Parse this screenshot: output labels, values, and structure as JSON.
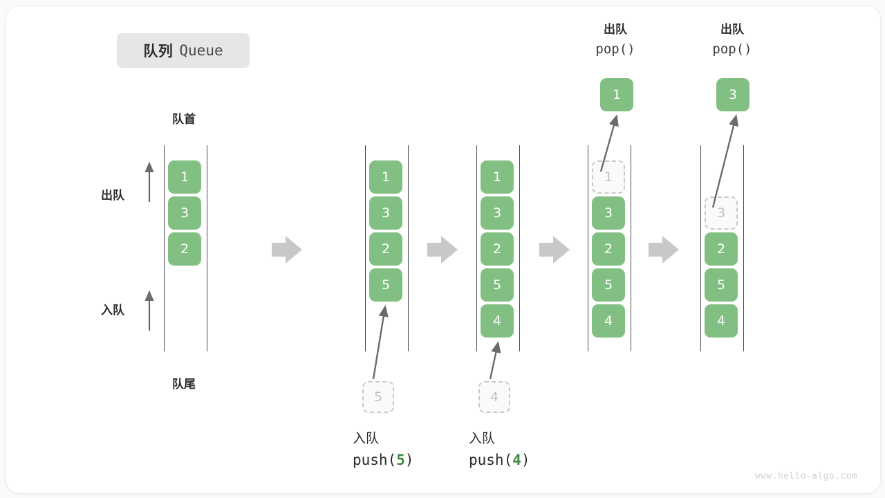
{
  "title": {
    "cn": "队列",
    "en": "Queue"
  },
  "labels": {
    "front": "队首",
    "rear": "队尾",
    "dequeue": "出队",
    "enqueue": "入队"
  },
  "colors": {
    "element_fill": "#82bf82",
    "element_text": "#ffffff",
    "ghost_border": "#c9c9c9",
    "ghost_text": "#c2c2c2",
    "rail": "#4a4a4a",
    "arrow_gray": "#6b6b6b",
    "separator": "#c8c8c8",
    "code_number": "#3d8b41",
    "chip_bg": "#e6e6e6",
    "card_bg": "#ffffff",
    "page_bg": "#fafafa"
  },
  "columns": [
    {
      "id": "initial",
      "header": null,
      "slots": [
        "1",
        "3",
        "2"
      ],
      "slot_states": [
        "filled",
        "filled",
        "filled"
      ],
      "caption": null,
      "popped": null,
      "incoming": null
    },
    {
      "id": "push-5",
      "header": null,
      "slots": [
        "1",
        "3",
        "2",
        "5"
      ],
      "slot_states": [
        "filled",
        "filled",
        "filled",
        "filled"
      ],
      "caption": {
        "cn": "入队",
        "code_prefix": "push(",
        "code_value": "5",
        "code_suffix": ")"
      },
      "popped": null,
      "incoming": "5"
    },
    {
      "id": "push-4",
      "header": null,
      "slots": [
        "1",
        "3",
        "2",
        "5",
        "4"
      ],
      "slot_states": [
        "filled",
        "filled",
        "filled",
        "filled",
        "filled"
      ],
      "caption": {
        "cn": "入队",
        "code_prefix": "push(",
        "code_value": "4",
        "code_suffix": ")"
      },
      "popped": null,
      "incoming": "4"
    },
    {
      "id": "pop-1",
      "header": {
        "cn": "出队",
        "code": "pop()"
      },
      "slots": [
        "1",
        "3",
        "2",
        "5",
        "4"
      ],
      "slot_states": [
        "ghost",
        "filled",
        "filled",
        "filled",
        "filled"
      ],
      "caption": null,
      "popped": "1",
      "incoming": null
    },
    {
      "id": "pop-3",
      "header": {
        "cn": "出队",
        "code": "pop()"
      },
      "slots": [
        "",
        "3",
        "2",
        "5",
        "4"
      ],
      "slot_states": [
        "empty",
        "ghost",
        "filled",
        "filled",
        "filled"
      ],
      "caption": null,
      "popped": "3",
      "incoming": null
    }
  ],
  "separators": [
    "arrow-right",
    "arrow-right",
    "arrow-right",
    "arrow-right"
  ],
  "watermark": "www.hello-algo.com"
}
